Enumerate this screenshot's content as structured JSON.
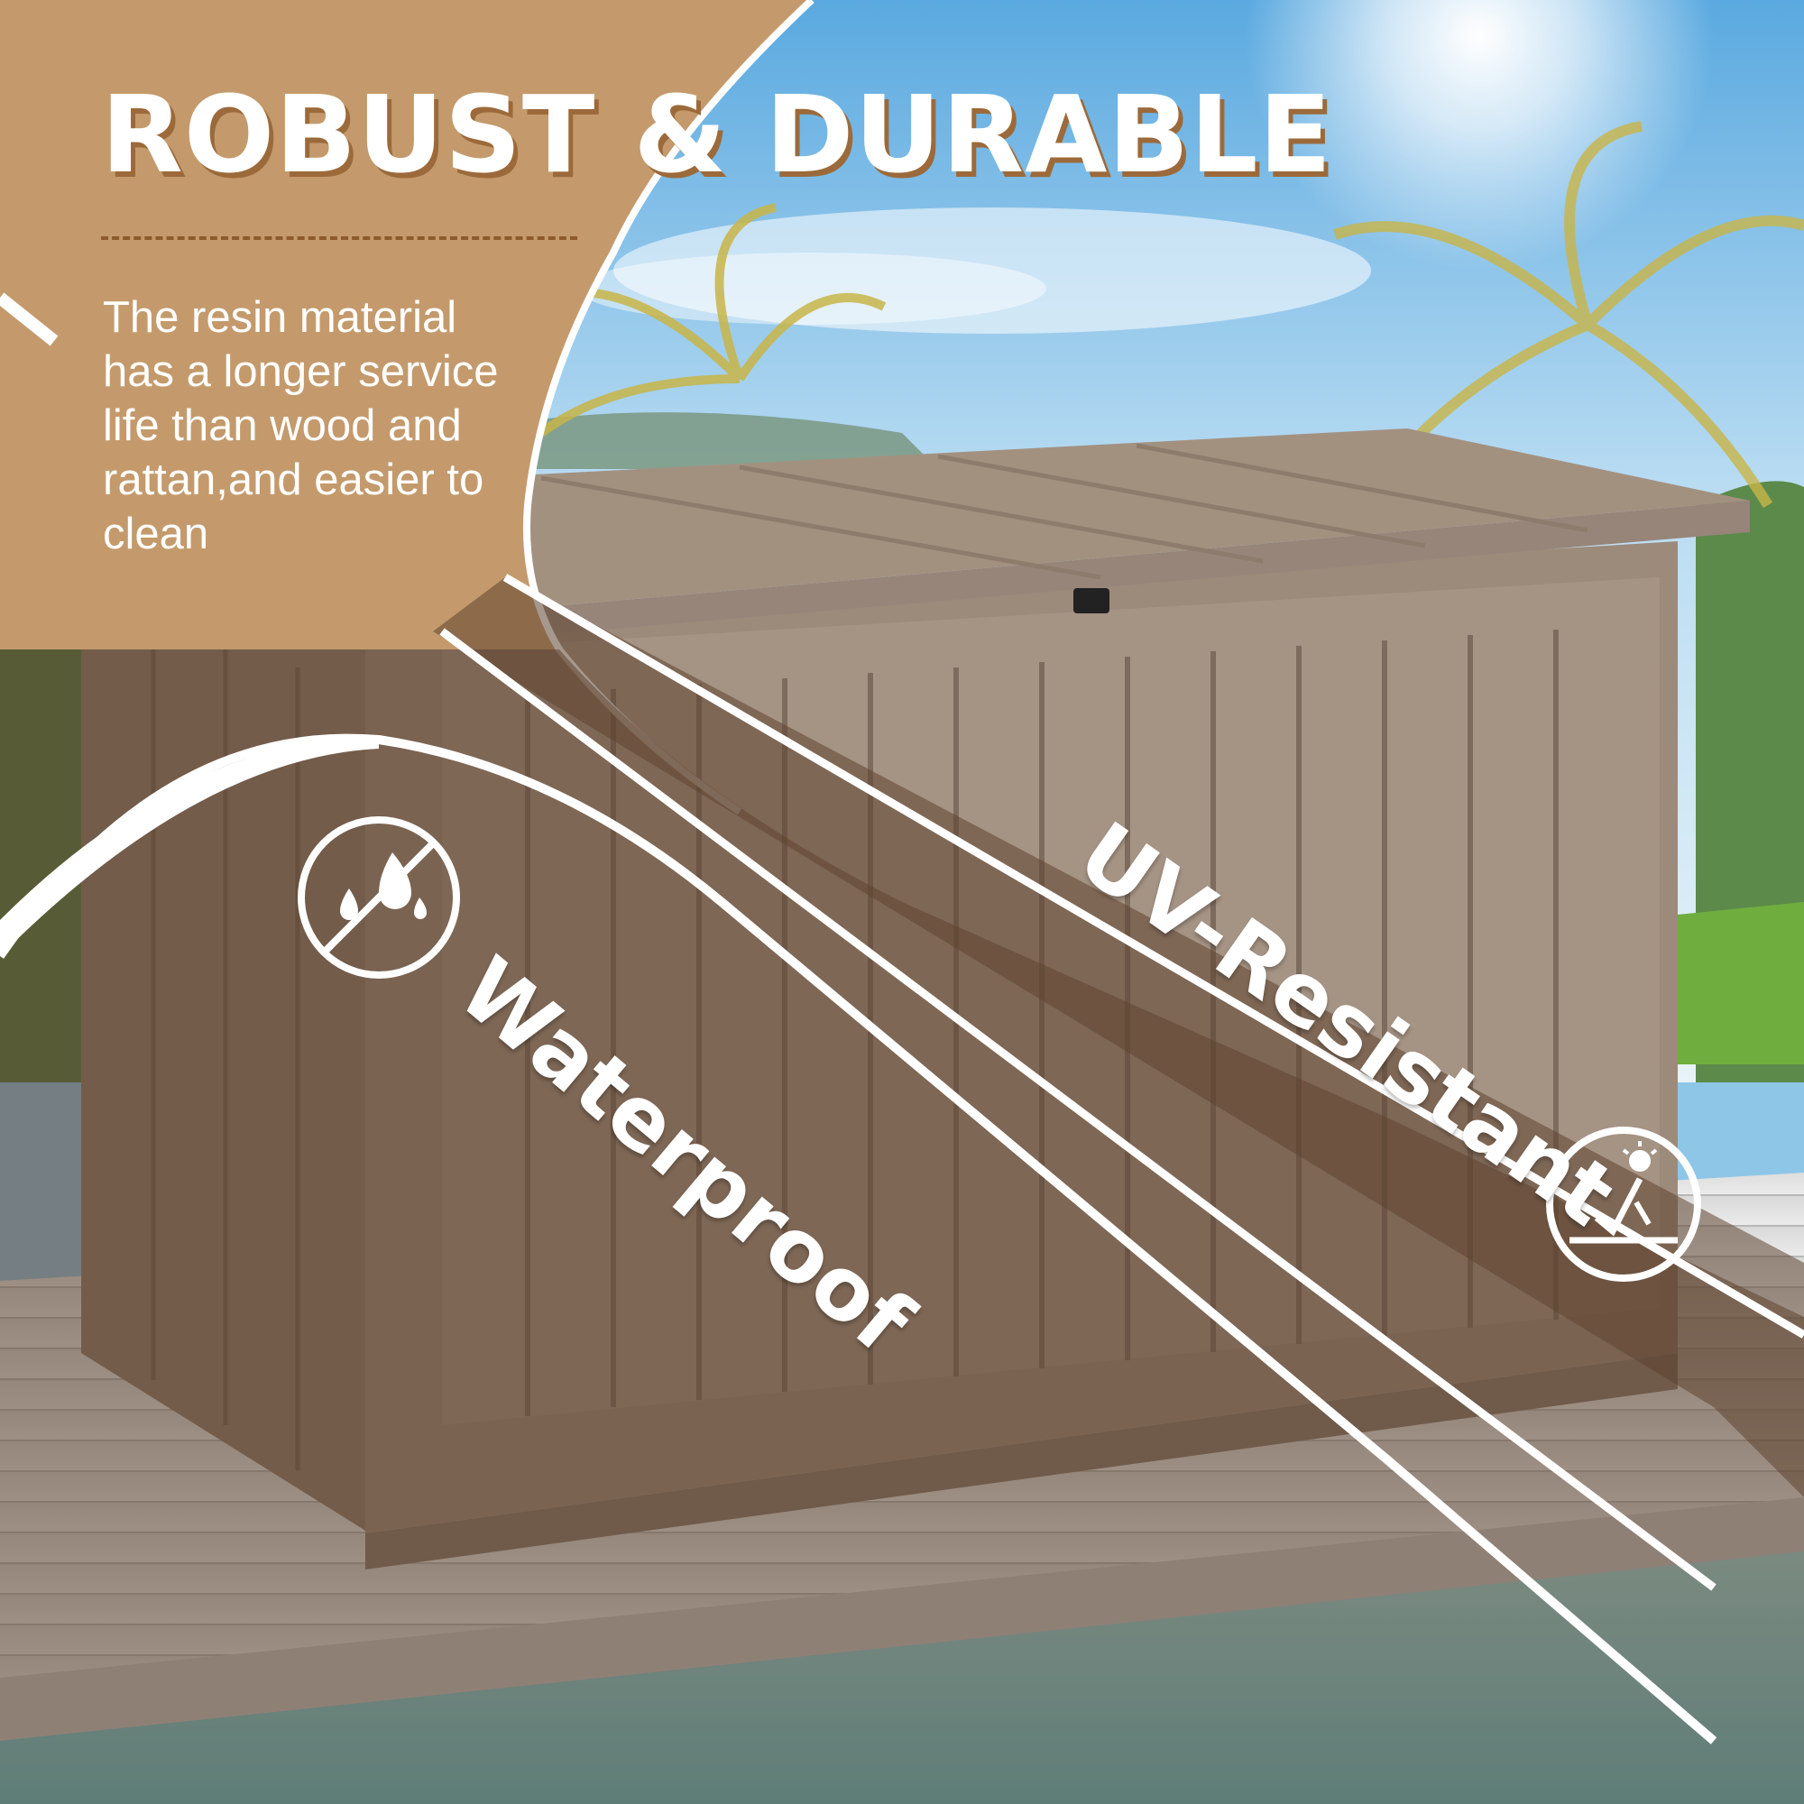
{
  "headline": "ROBUST & DURABLE",
  "description": "The resin material has a longer service life than wood and rattan,and easier to clean",
  "features": {
    "waterproof": {
      "label": "Waterproof",
      "icon": "no-water-drop-icon"
    },
    "uv_resistant": {
      "label": "UV-Resistant",
      "icon": "sun-uv-icon"
    }
  },
  "colors": {
    "accent_tan": "#c49a6c",
    "box_taupe": "#9b8878",
    "overlay_brown": "#6b4f38",
    "sky_blue": "#8ec6e8",
    "pool_water": "#7fd3da"
  }
}
